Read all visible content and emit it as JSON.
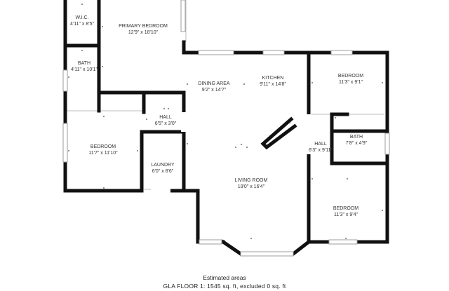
{
  "rooms": [
    {
      "id": "wic",
      "name": "W.I.C.",
      "dims": "4'11\" x 8'5\""
    },
    {
      "id": "primary-bedroom",
      "name": "PRIMARY BEDROOM",
      "dims": "12'9\" x 18'10\""
    },
    {
      "id": "bath-primary",
      "name": "BATH",
      "dims": "4'11\" x 10'1\""
    },
    {
      "id": "dining-area",
      "name": "DINING AREA",
      "dims": "9'2\" x 14'7\""
    },
    {
      "id": "kitchen",
      "name": "KITCHEN",
      "dims": "9'11\" x 14'8\""
    },
    {
      "id": "bedroom-ne",
      "name": "BEDROOM",
      "dims": "11'3\" x 9'1\""
    },
    {
      "id": "hall-west",
      "name": "HALL",
      "dims": "6'5\" x 3'0\""
    },
    {
      "id": "bedroom-west",
      "name": "BEDROOM",
      "dims": "11'7\" x 11'10\""
    },
    {
      "id": "laundry",
      "name": "LAUNDRY",
      "dims": "6'0\" x 8'6\""
    },
    {
      "id": "hall-east",
      "name": "HALL",
      "dims": "6'3\" x 9'11\""
    },
    {
      "id": "bath-east",
      "name": "BATH",
      "dims": "7'8\" x 4'9\""
    },
    {
      "id": "living-room",
      "name": "LIVING ROOM",
      "dims": "19'0\" x 16'4\""
    },
    {
      "id": "bedroom-se",
      "name": "BEDROOM",
      "dims": "11'3\" x 9'4\""
    }
  ],
  "footer": {
    "line1": "Estimated areas",
    "line2": "GLA FLOOR 1: 1545 sq. ft, excluded 0 sq. ft"
  },
  "colors": {
    "wall": "#111111",
    "window": "#9e9e9e",
    "text": "#333333"
  }
}
